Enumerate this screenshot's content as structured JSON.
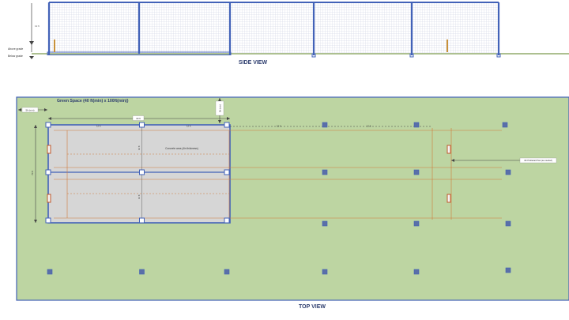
{
  "side_view": {
    "title": "SIDE VIEW",
    "above_grade_label": "Above grade",
    "below_grade_label": "Below grade",
    "height_label": "12 ft"
  },
  "top_view": {
    "title": "TOP VIEW",
    "green_space_label": "Green Space (40 ft(min) x 100ft(min))",
    "left_offset_label": "5ft (min)",
    "top_offset_label": "5ft (min)",
    "width_label": "30 ft",
    "height_label": "70 ft",
    "concrete_label": "Concrete area (4in thickness)",
    "span_label_1": "12 ft",
    "span_label_2": "12 ft",
    "span_label_3": "12 ft",
    "span_label_4": "12 ft",
    "inner_label_1": "12 ft",
    "inner_label_2": "12 ft",
    "callout_label": "4th Pickleball Post (as needed)"
  },
  "colors": {
    "frame_blue": "#4262b8",
    "grass_green": "#bdd5a2",
    "grade_green": "#7c9a4e",
    "concrete_gray": "#d6d6d6",
    "court_line_orange": "#d07a3a",
    "post_orange": "#c0562a",
    "net_post_tan": "#c8913a",
    "title_navy": "#2d3d6e"
  }
}
